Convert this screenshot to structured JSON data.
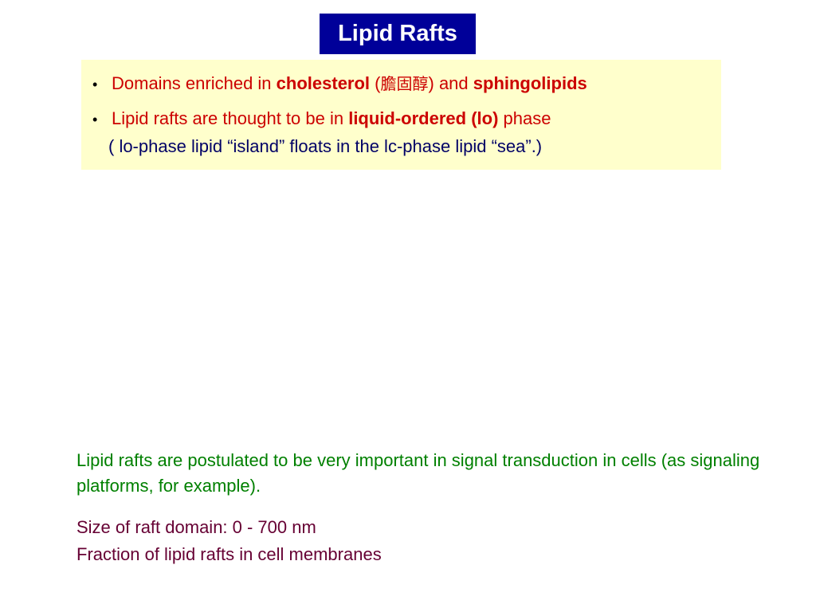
{
  "title": "Lipid Rafts",
  "bullets": {
    "bullet_symbol": "•",
    "line1": {
      "part1": "Domains enriched in ",
      "bold1": "cholesterol",
      "part2": " (",
      "cjk": "膽固醇",
      "part3": ") and ",
      "bold2": "sphingolipids"
    },
    "line2": {
      "part1": "Lipid rafts are thought to be in ",
      "bold1": "liquid-ordered (lo)",
      "part2": " phase"
    },
    "line3": "( lo-phase lipid “island” floats in the lc-phase lipid “sea”.)"
  },
  "body": {
    "green_text": "Lipid rafts are postulated to be very important in signal transduction in cells (as signaling platforms, for example).",
    "size_line": "Size of raft domain: 0 - 700 nm",
    "fraction_line": "Fraction of lipid rafts in cell membranes"
  },
  "colors": {
    "title_bg": "#000099",
    "highlight_bg": "#ffffcc",
    "red_text": "#cc0000",
    "navy_text": "#000066",
    "green_text": "#008000",
    "maroon_text": "#660033"
  }
}
